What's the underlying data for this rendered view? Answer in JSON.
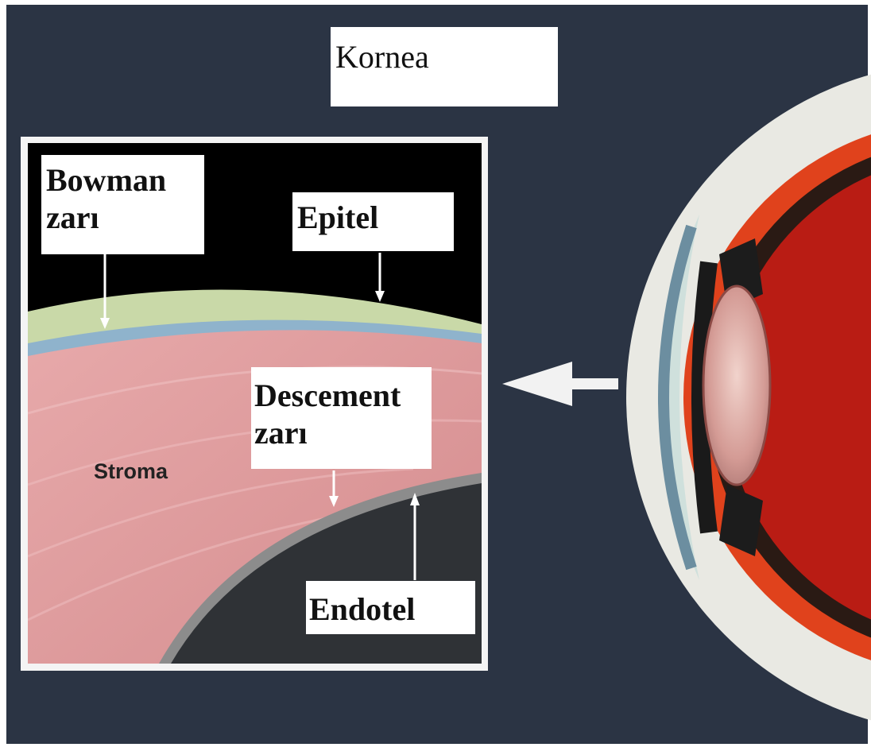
{
  "title": "Kornea",
  "labels": {
    "bowman": "Bowman\nzarı",
    "epitel": "Epitel",
    "descement": "Descement\nzarı",
    "endotel": "Endotel",
    "stroma": "Stroma"
  },
  "colors": {
    "background": "#2b3444",
    "inset_background": "#000000",
    "epithelium": "#c9d9a8",
    "bowman_layer": "#8fb3cc",
    "stroma": "#dc9a9c",
    "descemet_layer": "#8c8c8c",
    "inner_chamber": "#2f3236",
    "sclera": "#e9e9e3",
    "choroid": "#e0421c",
    "retina": "#b91c14",
    "lens": "#d8a19c",
    "iris": "#6c8ea0"
  }
}
